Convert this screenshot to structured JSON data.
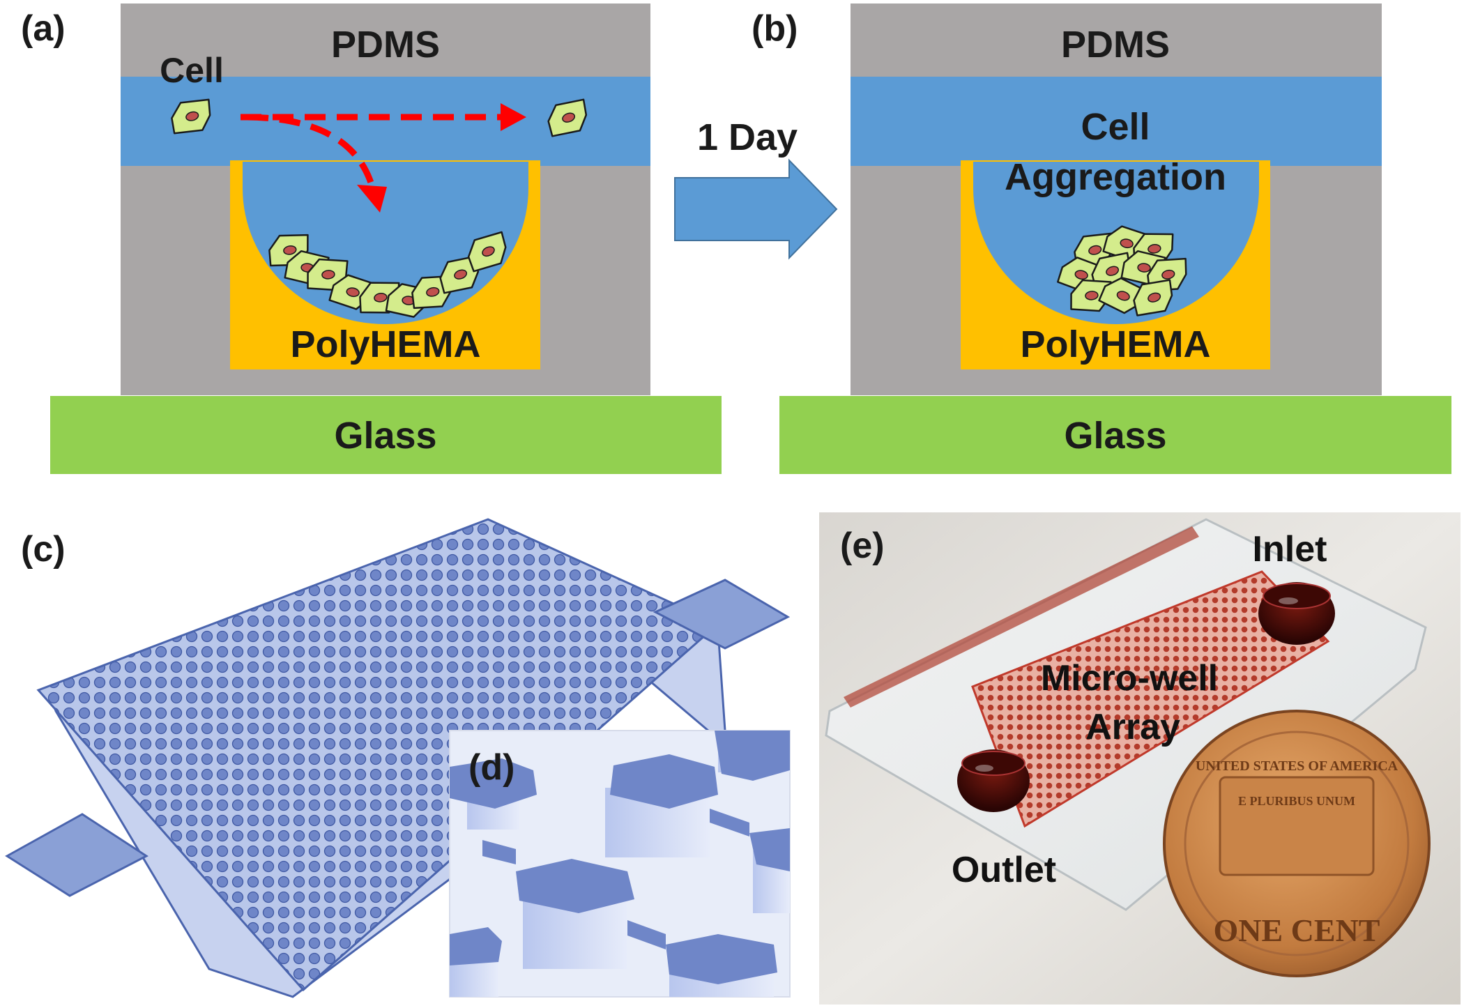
{
  "panels": {
    "a": {
      "tag": "(a)",
      "pdms": "PDMS",
      "cell": "Cell",
      "polyhema": "PolyHEMA",
      "glass": "Glass"
    },
    "b": {
      "tag": "(b)",
      "pdms": "PDMS",
      "aggregation_line1": "Cell",
      "aggregation_line2": "Aggregation",
      "polyhema": "PolyHEMA",
      "glass": "Glass"
    },
    "transition": {
      "label": "1 Day"
    },
    "c": {
      "tag": "(c)"
    },
    "d": {
      "tag": "(d)"
    },
    "e": {
      "tag": "(e)",
      "inlet": "Inlet",
      "outlet": "Outlet",
      "array_line1": "Micro-well",
      "array_line2": "Array",
      "coin_top": "UNITED STATES OF AMERICA",
      "coin_motto": "E PLURIBUS UNUM",
      "coin_value": "ONE CENT"
    }
  },
  "colors": {
    "pdms": "#a9a6a6",
    "medium": "#5b9bd5",
    "polyhema": "#ffc000",
    "glass": "#92d050",
    "cell_fill": "#d4ec8c",
    "nucleus": "#c0504d",
    "arrow_red": "#ff0000",
    "device_blue": "#8aa0d6",
    "device_edge": "#4a64ad",
    "chip_red": "#c0392b"
  }
}
